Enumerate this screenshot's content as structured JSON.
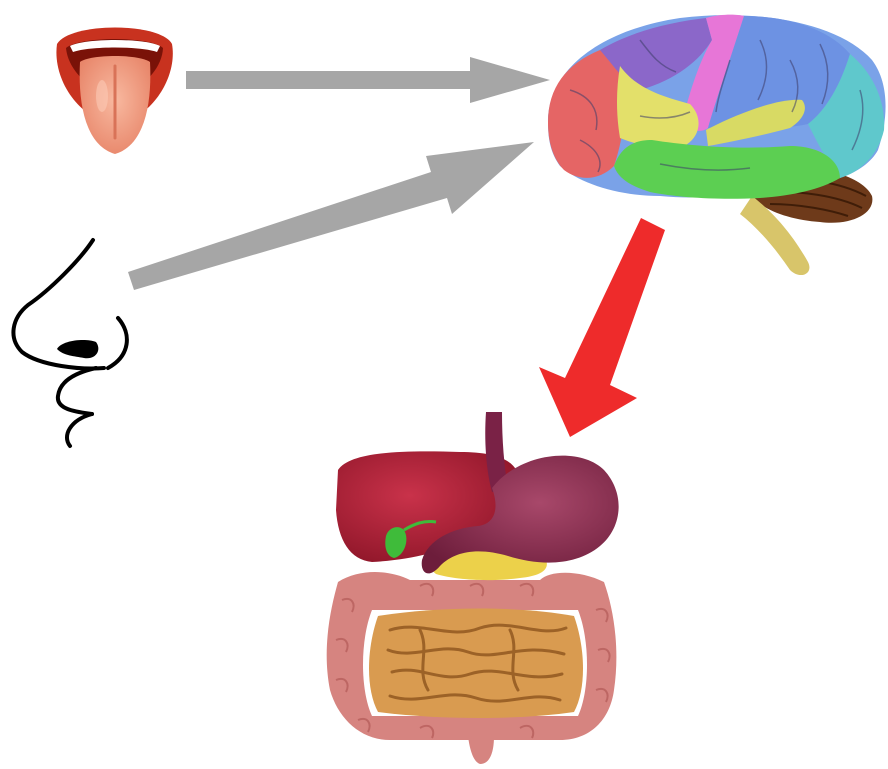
{
  "diagram": {
    "nodes": [
      {
        "id": "tongue",
        "icon": "tongue-icon"
      },
      {
        "id": "nose",
        "icon": "nose-icon"
      },
      {
        "id": "brain",
        "icon": "brain-icon"
      },
      {
        "id": "digestive_system",
        "icon": "digestive-system-icon"
      }
    ],
    "edges": [
      {
        "from": "tongue",
        "to": "brain",
        "color": "#a6a6a6"
      },
      {
        "from": "nose",
        "to": "brain",
        "color": "#a6a6a6"
      },
      {
        "from": "brain",
        "to": "digestive_system",
        "color": "#ee2b2b"
      }
    ]
  },
  "colors": {
    "input_arrow": "#a6a6a6",
    "output_arrow": "#ee2b2b",
    "background": "#ffffff"
  }
}
